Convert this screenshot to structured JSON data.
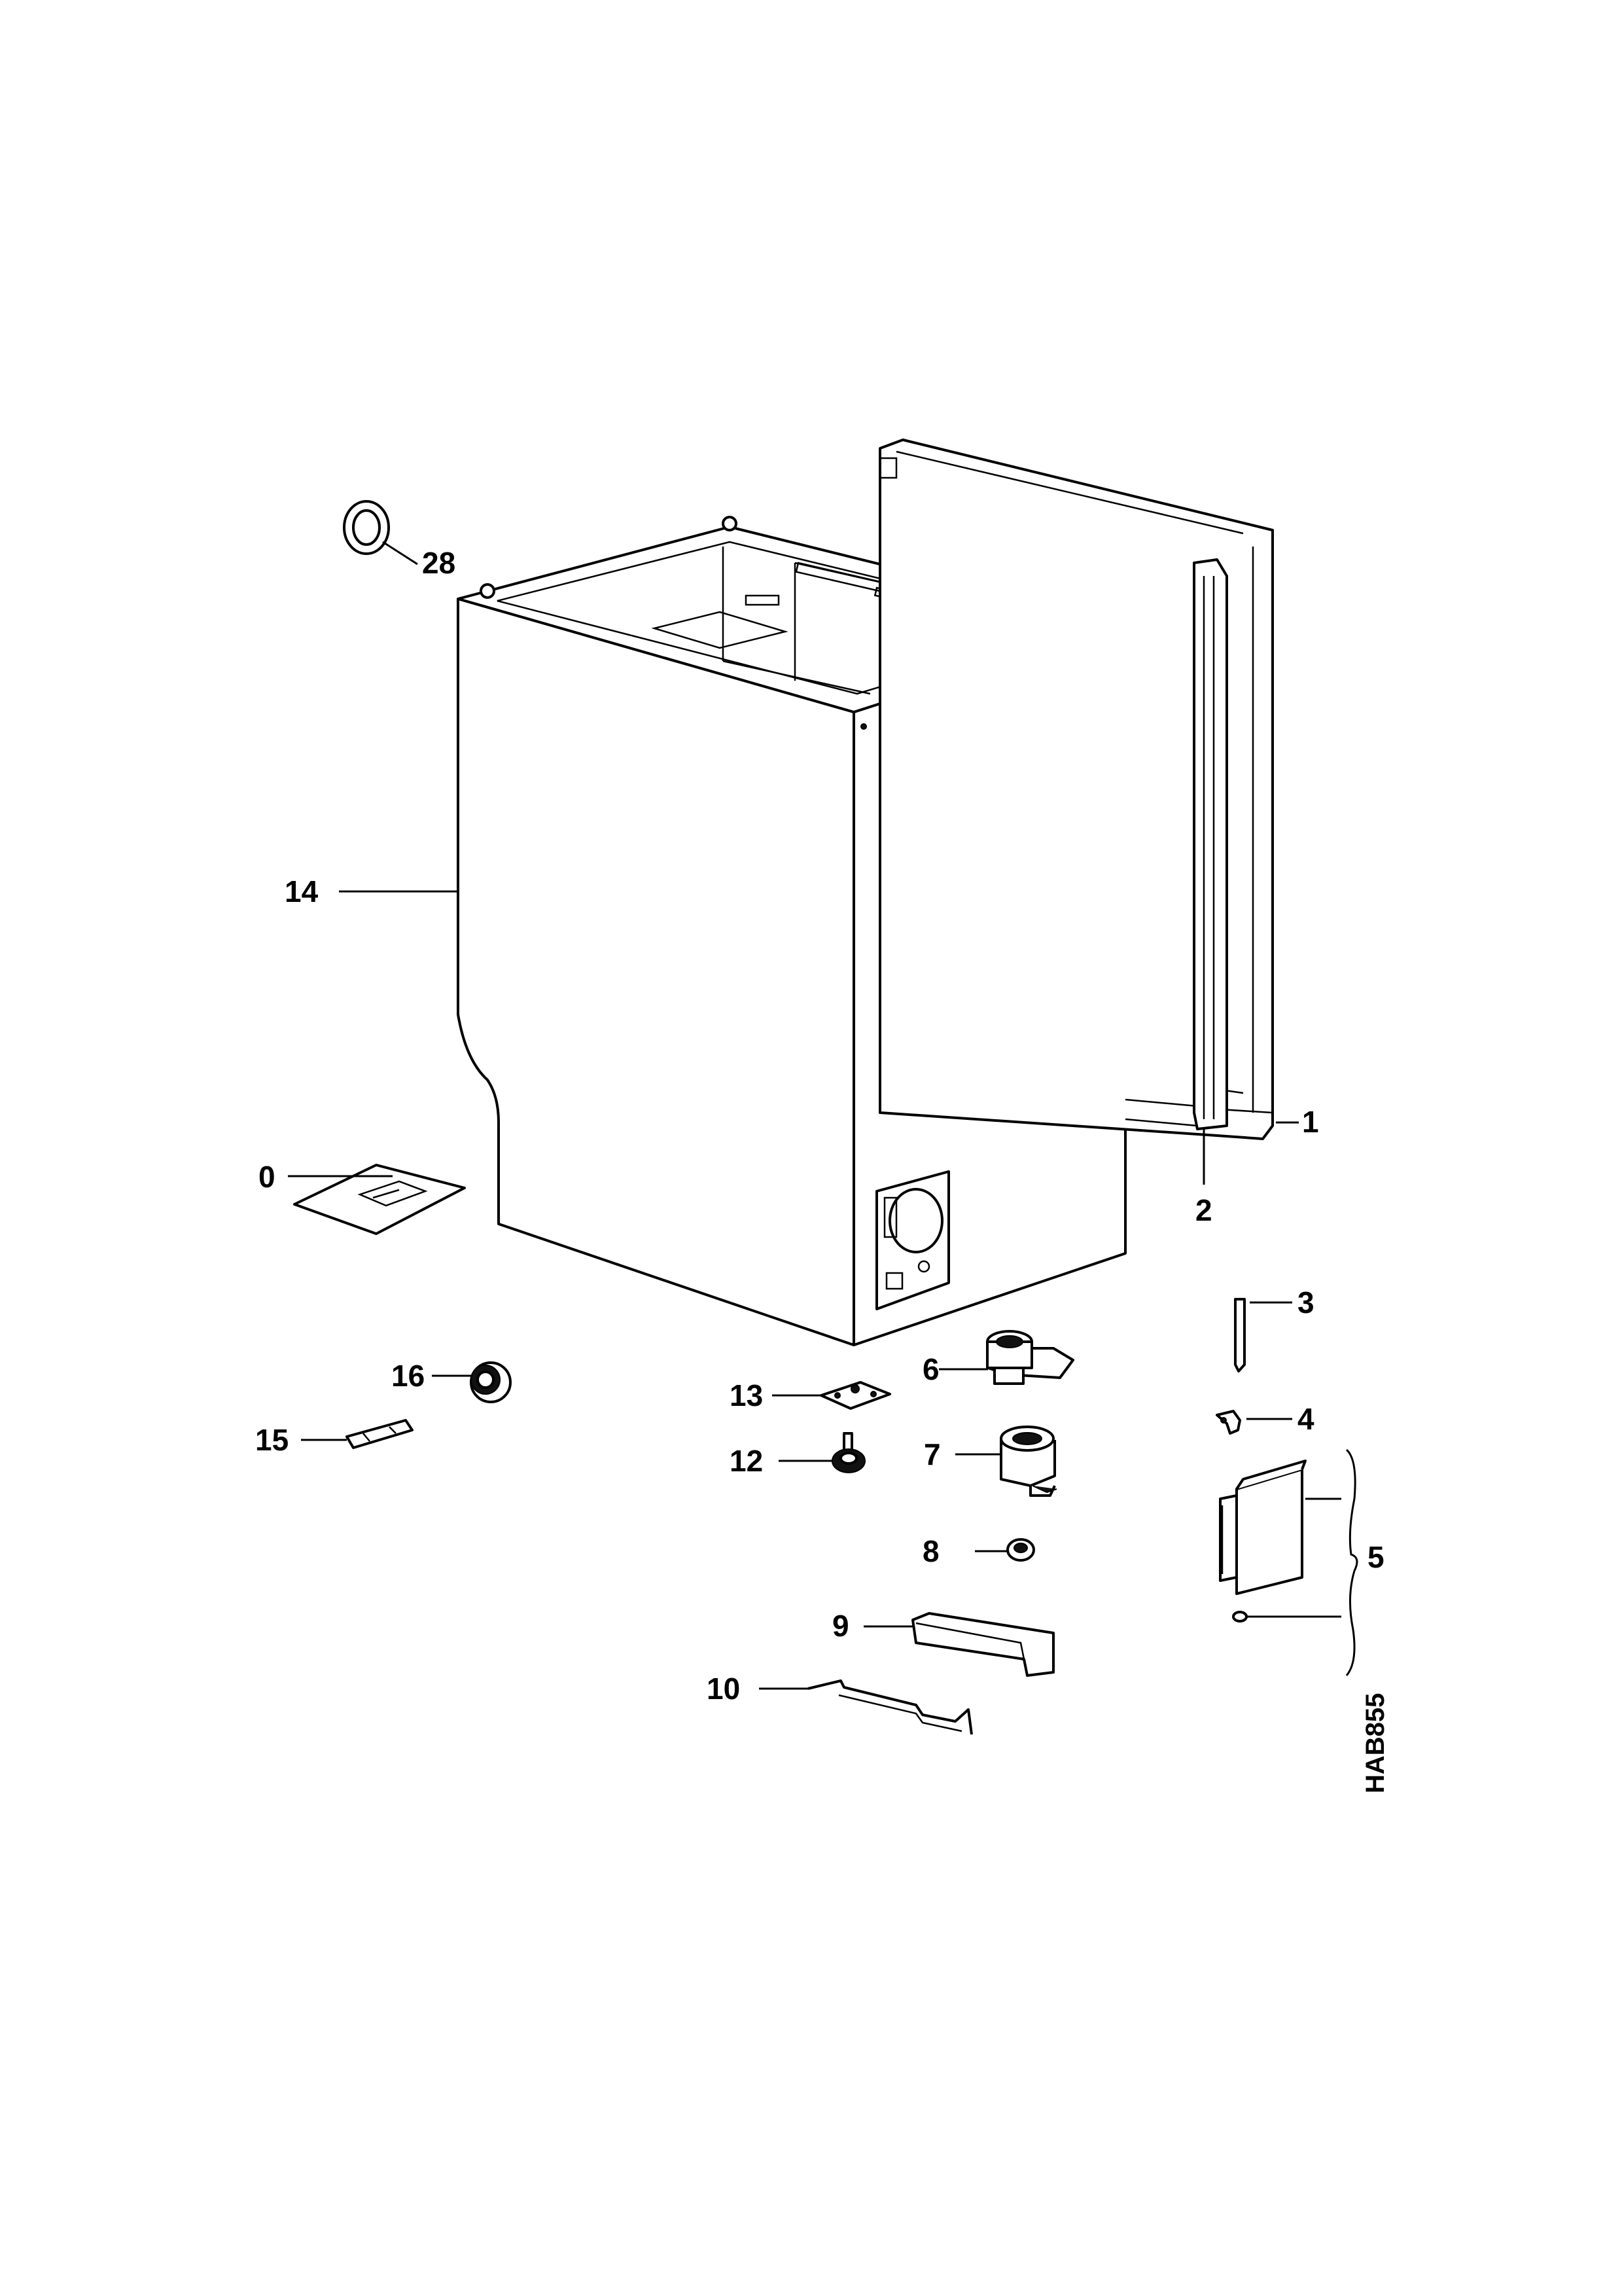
{
  "diagram": {
    "drawing_code": "HAB855",
    "callouts": {
      "c0": "0",
      "c1": "1",
      "c2": "2",
      "c3": "3",
      "c4": "4",
      "c5": "5",
      "c6": "6",
      "c7": "7",
      "c8": "8",
      "c9": "9",
      "c10": "10",
      "c12": "12",
      "c13": "13",
      "c14": "14",
      "c15": "15",
      "c16": "16",
      "c28": "28"
    }
  }
}
